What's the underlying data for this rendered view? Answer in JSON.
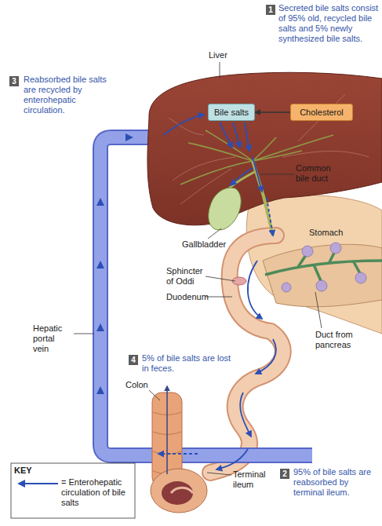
{
  "diagram": {
    "nodes": [
      {
        "text": [
          "Bile salts"
        ]
      },
      {
        "text": [
          "Cholesterol"
        ]
      }
    ],
    "edges": [
      {
        "from": 1,
        "to": 0,
        "arrow": "to"
      }
    ],
    "labels": [
      "1",
      "Secreted bile salts consist of 95% old, recycled bile salts and 5% newly synthesized bile salts.",
      "Liver",
      "3",
      "Reabsorbed bile salts are recycled by enterohepatic circulation.",
      "Common bile duct",
      "Stomach",
      "Gallbladder",
      "Sphincter of Oddi",
      "Duodenum",
      "Hepatic portal vein",
      "Duct from pancreas",
      "4",
      "5% of bile salts are lost in feces.",
      "Colon",
      "Terminal ileum",
      "2",
      "95% of bile salts are reabsorbed by terminal ileum.",
      "KEY"
    ],
    "legend": [
      {
        "text": "= Enterohepatic circulation of bile salts"
      }
    ]
  }
}
